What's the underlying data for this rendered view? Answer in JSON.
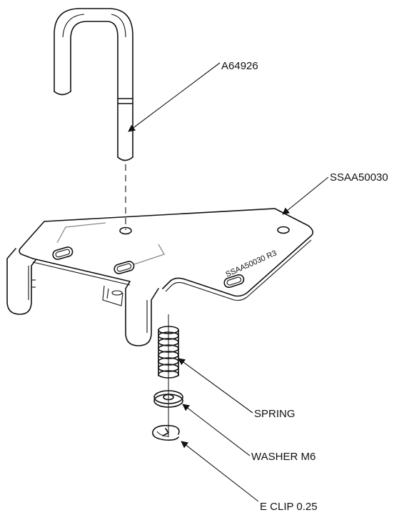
{
  "callouts": {
    "pin": "A64926",
    "plate": "SSAA50030",
    "spring": "SPRING",
    "washer": "WASHER M6",
    "eclip": "E CLIP 0.25"
  },
  "plate_marking": "SSAA50030 R3",
  "colors": {
    "line": "#111111",
    "background": "#ffffff",
    "gray": "#8a8a8a"
  }
}
